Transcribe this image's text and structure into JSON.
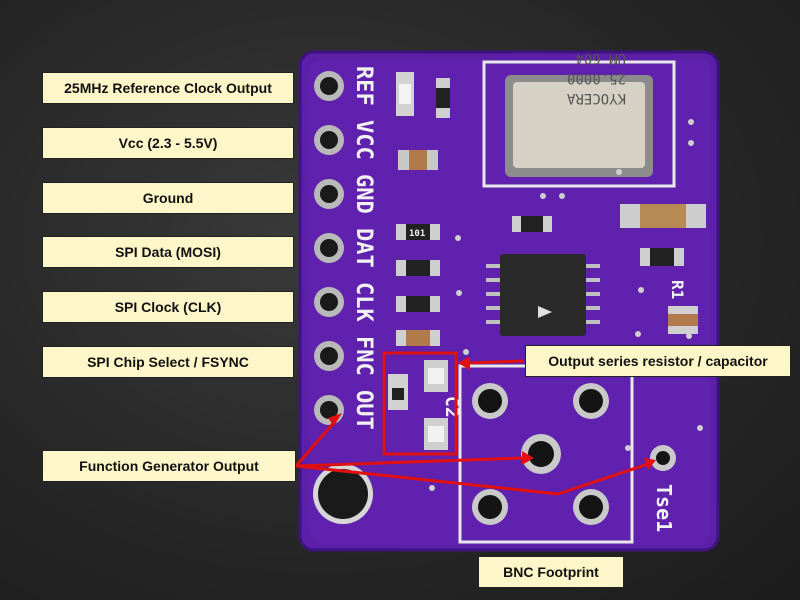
{
  "callouts": {
    "ref_clock": "25MHz Reference Clock Output",
    "vcc": "Vcc (2.3 - 5.5V)",
    "ground": "Ground",
    "spi_data": "SPI Data (MOSI)",
    "spi_clock": "SPI Clock (CLK)",
    "spi_cs": "SPI Chip Select / FSYNC",
    "func_out": "Function Generator Output",
    "series_rc": "Output series resistor / capacitor",
    "bnc": "BNC Footprint"
  },
  "silkscreen": {
    "pins": [
      "REF",
      "VCC",
      "GND",
      "DAT",
      "CLK",
      "FNC",
      "OUT"
    ],
    "r101": "101",
    "r1": "R1",
    "c2": "C2",
    "brand": "Tse1"
  },
  "crystal": {
    "line1": "KYOCERA",
    "line2": "25.0000",
    "line3": "UM 604"
  },
  "colors": {
    "pcb": "#5b1fa8",
    "callout_bg": "#fdf6c8",
    "annotation": "#e01010",
    "pad": "#c9c9c9"
  }
}
